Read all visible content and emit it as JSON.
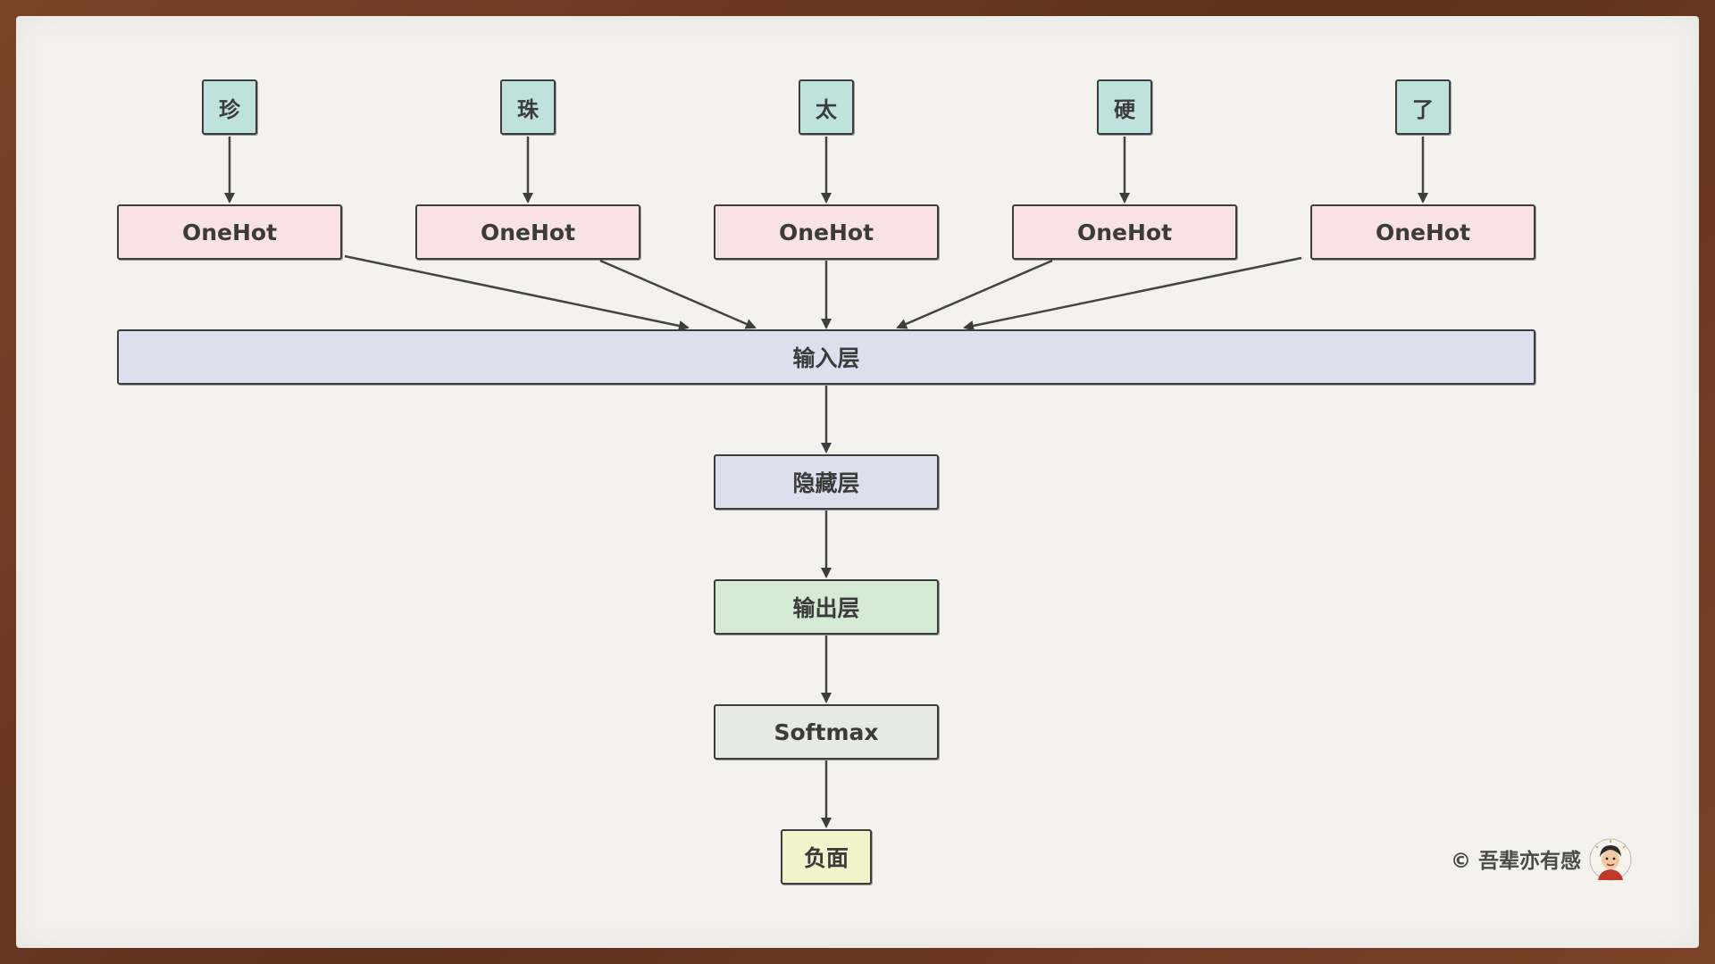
{
  "inputs": {
    "chars": [
      "珍",
      "珠",
      "太",
      "硬",
      "了"
    ],
    "encoding_label": "OneHot"
  },
  "layers": {
    "input": "输入层",
    "hidden": "隐藏层",
    "output": "输出层",
    "softmax": "Softmax",
    "result": "负面"
  },
  "credit": {
    "text": "© 吾辈亦有感",
    "avatar_icon": "avatar-portrait"
  },
  "colors": {
    "char_fill": "#bfe2df",
    "onehot_fill": "#f9e2e4",
    "layer_fill": "#dcdfee",
    "output_fill": "#d4ead2",
    "softmax_fill": "#e6e9e4",
    "result_fill": "#f2f4cc",
    "stroke": "#3d3d3d"
  }
}
